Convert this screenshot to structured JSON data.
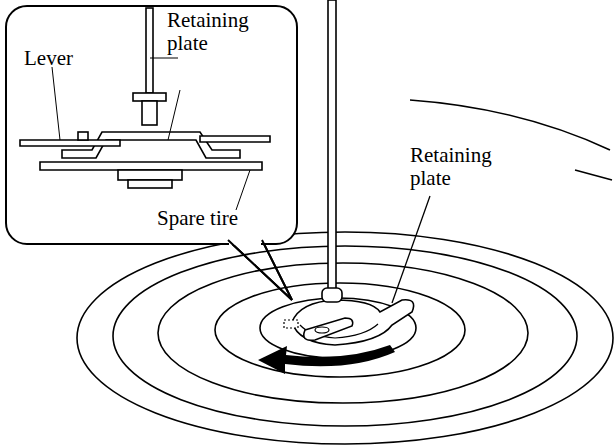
{
  "diagram": {
    "nodes": [
      {
        "text": [
          "Retaining plate",
          "Lever",
          "Spare tire"
        ]
      }
    ],
    "labels": [
      "Retaining plate"
    ]
  }
}
